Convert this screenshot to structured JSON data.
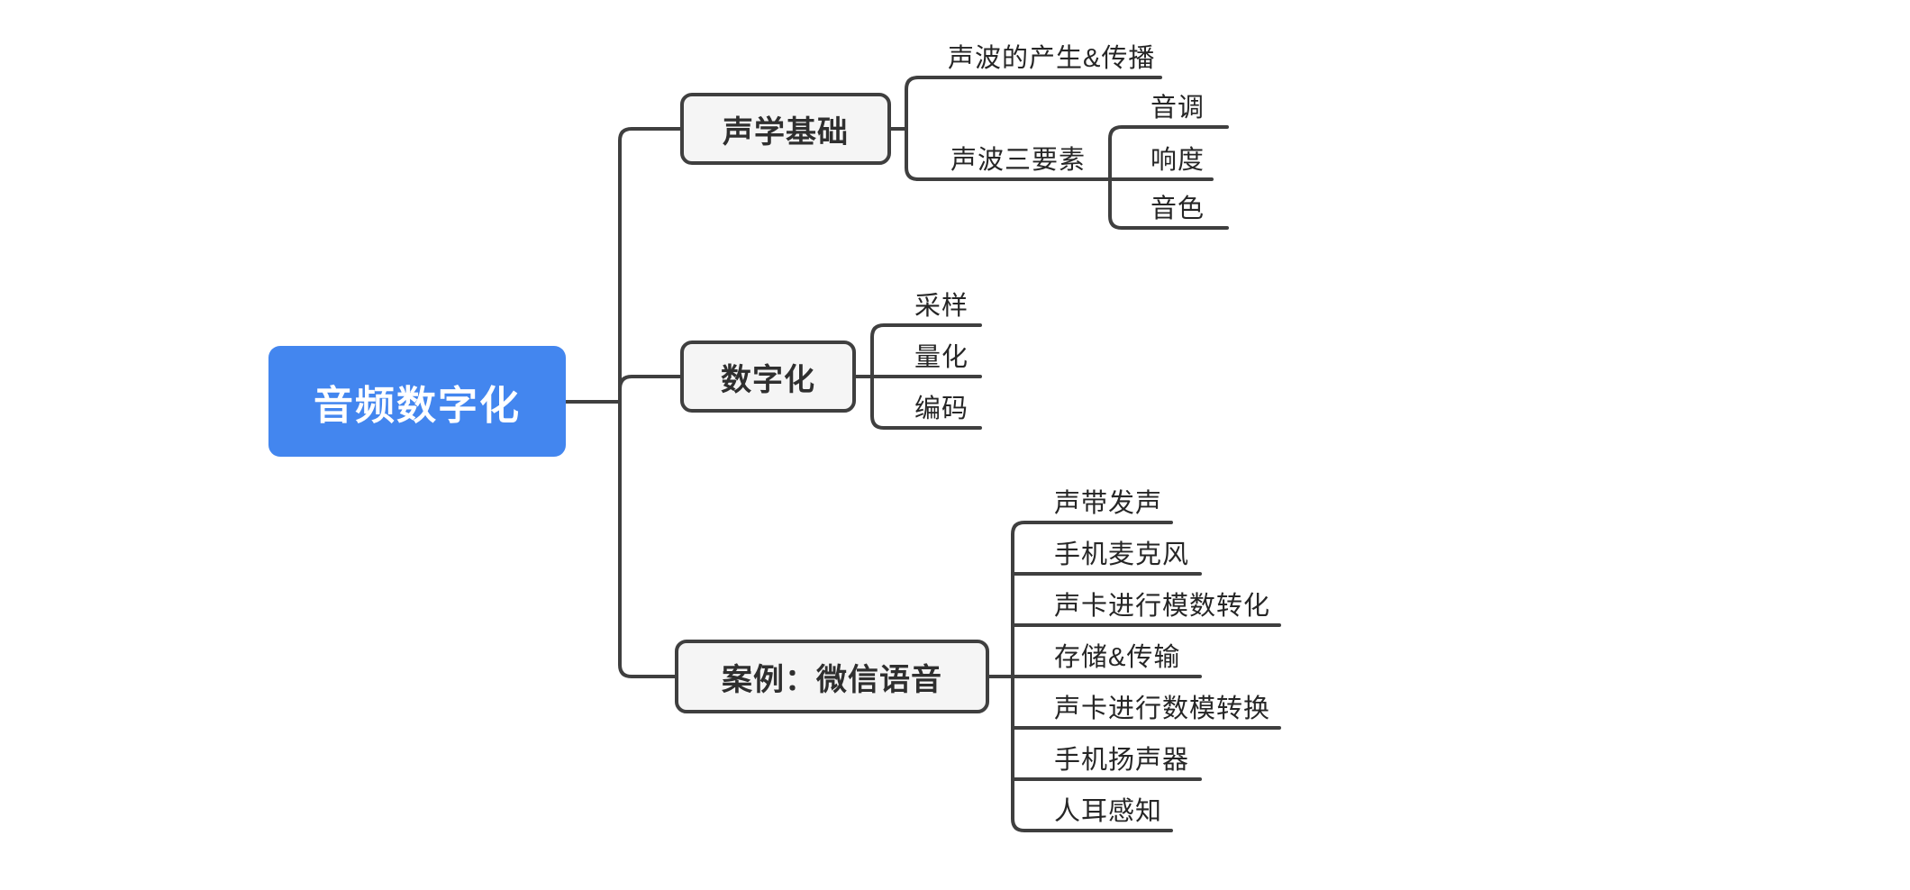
{
  "colors": {
    "root_bg": "#4386EF",
    "root_text": "#FFFFFF",
    "branch_bg": "#F5F5F5",
    "branch_border": "#3F3F3F",
    "line": "#3F3F3F",
    "child_text": "#262626"
  },
  "mindmap": {
    "root": {
      "label": "音频数字化"
    },
    "branches": [
      {
        "label": "声学基础",
        "children": [
          {
            "label": "声波的产生&传播",
            "children": []
          },
          {
            "label": "声波三要素",
            "children": [
              {
                "label": "音调"
              },
              {
                "label": "响度"
              },
              {
                "label": "音色"
              }
            ]
          }
        ]
      },
      {
        "label": "数字化",
        "children": [
          {
            "label": "采样"
          },
          {
            "label": "量化"
          },
          {
            "label": "编码"
          }
        ]
      },
      {
        "label": "案例：微信语音",
        "children": [
          {
            "label": "声带发声"
          },
          {
            "label": "手机麦克风"
          },
          {
            "label": "声卡进行模数转化"
          },
          {
            "label": "存储&传输"
          },
          {
            "label": "声卡进行数模转换"
          },
          {
            "label": "手机扬声器"
          },
          {
            "label": "人耳感知"
          }
        ]
      }
    ]
  }
}
